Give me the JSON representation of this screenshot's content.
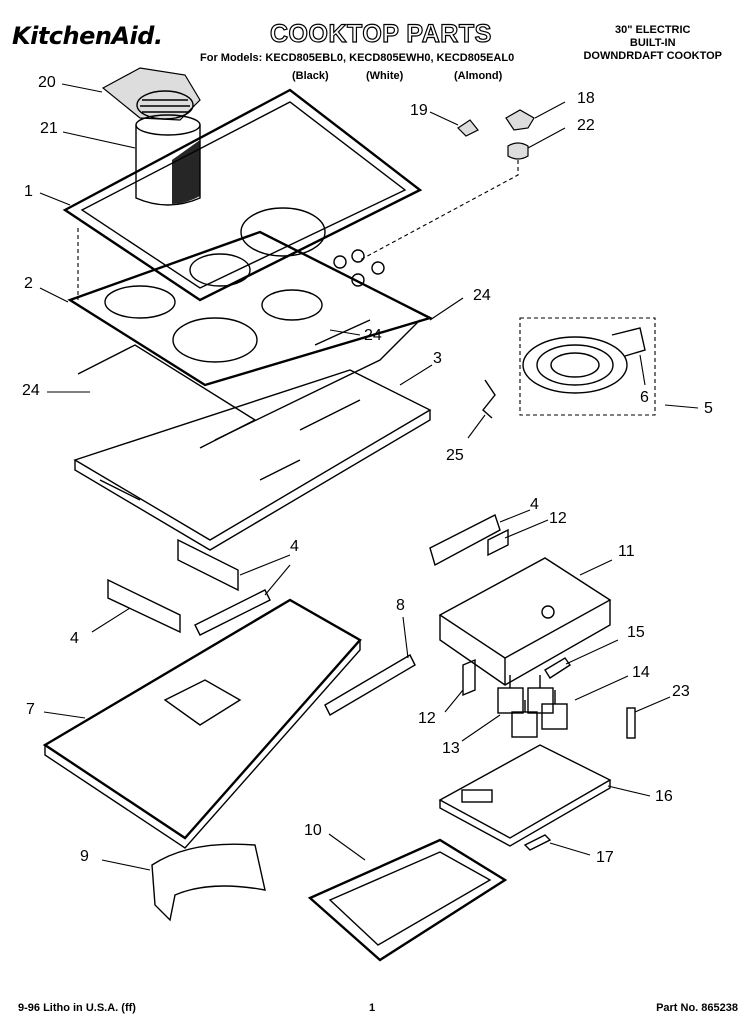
{
  "header": {
    "brand": "KitchenAid.",
    "title": "COOKTOP PARTS",
    "models": "For Models: KECD805EBL0, KECD805EWH0, KECD805EAL0",
    "color_black": "(Black)",
    "color_white": "(White)",
    "color_almond": "(Almond)",
    "product_line1": "30\" ELECTRIC",
    "product_line2": "BUILT-IN",
    "product_line3": "DOWNDRDAFT COOKTOP"
  },
  "callouts": {
    "c1": "1",
    "c2": "2",
    "c3": "3",
    "c4a": "4",
    "c4b": "4",
    "c4c": "4",
    "c5": "5",
    "c6": "6",
    "c7": "7",
    "c8": "8",
    "c9": "9",
    "c10": "10",
    "c11": "11",
    "c12a": "12",
    "c12b": "12",
    "c13": "13",
    "c14": "14",
    "c15": "15",
    "c16": "16",
    "c17": "17",
    "c18": "18",
    "c19": "19",
    "c20": "20",
    "c21": "21",
    "c22": "22",
    "c23": "23",
    "c24a": "24",
    "c24b": "24",
    "c24c": "24",
    "c25": "25"
  },
  "footer": {
    "litho": "9-96 Litho in U.S.A. (ff)",
    "page": "1",
    "part_no": "Part No. 865238"
  }
}
